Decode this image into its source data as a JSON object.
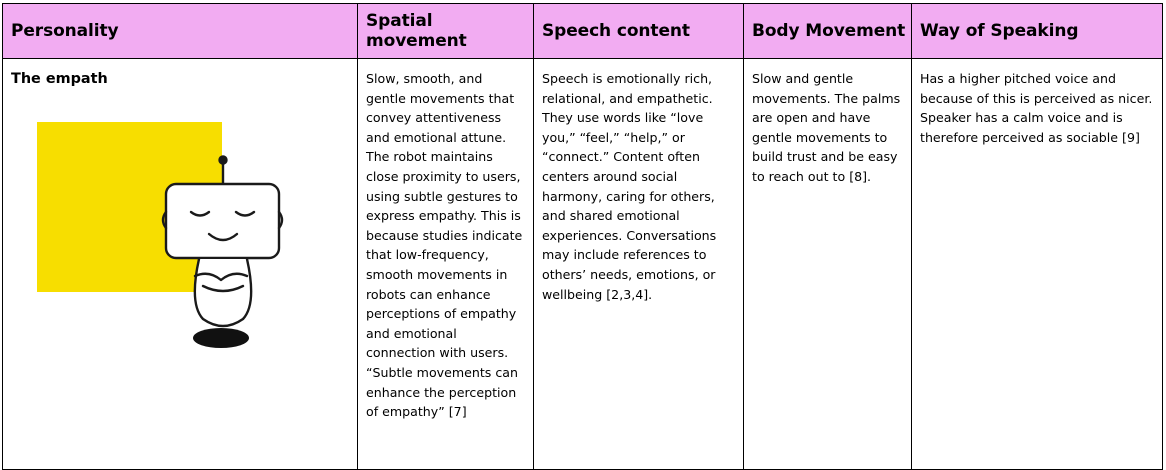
{
  "table": {
    "headers": [
      "Personality",
      "Spatial movement",
      "Speech content",
      "Body Movement",
      "Way of Speaking"
    ],
    "row": {
      "personality": "The empath",
      "spatial_movement": "Slow, smooth, and gentle movements that convey attentiveness and emotional attune. The robot maintains close proximity to users, using subtle gestures to express empathy. This is because studies indicate that low-frequency, smooth movements in robots can enhance perceptions of empathy and emotional connection with users. “Subtle movements can enhance the perception of empathy” [7]",
      "speech_content": "Speech is emotionally rich, relational, and empathetic. They use words like “love you,” “feel,” “help,” or “connect.” Content often centers around social harmony, caring for others, and shared emotional experiences. Conversations may include references to others’ needs, emotions, or wellbeing [2,3,4].",
      "body_movement": "Slow and gentle movements. The palms are open and have gentle movements to build trust and be easy to reach out to [8].",
      "way_of_speaking": "Has a higher pitched voice and because of this is perceived as nicer. Speaker has a calm voice and is therefore perceived as sociable [9]"
    }
  },
  "illustration": {
    "background_color": "#f7de00",
    "stroke_color": "#1a1a1a",
    "icon": "robot-icon"
  }
}
